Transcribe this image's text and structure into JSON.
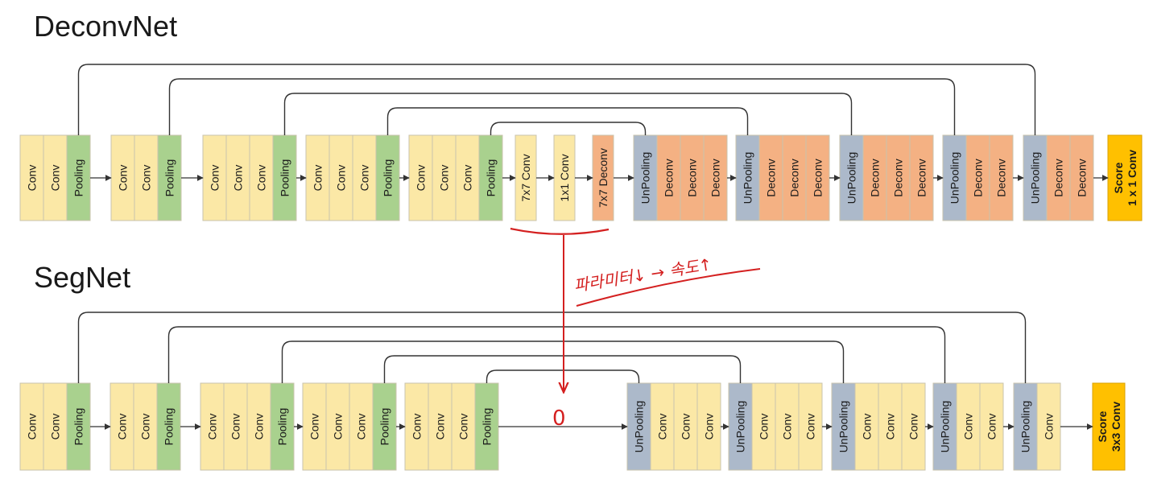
{
  "colors": {
    "conv": "#fbe8a6",
    "pooling": "#a9d18e",
    "unpooling": "#acb9ca",
    "deconv": "#f4b183",
    "score": "#ffc000",
    "annotation": "#d42020",
    "line": "#333333"
  },
  "deconvnet": {
    "title": "DeconvNet",
    "enc_groups": [
      [
        "Conv",
        "Conv",
        "Pooling"
      ],
      [
        "Conv",
        "Conv",
        "Pooling"
      ],
      [
        "Conv",
        "Conv",
        "Conv",
        "Pooling"
      ],
      [
        "Conv",
        "Conv",
        "Conv",
        "Pooling"
      ],
      [
        "Conv",
        "Conv",
        "Conv",
        "Pooling"
      ]
    ],
    "mid": [
      "7x7 Conv",
      "1x1 Conv",
      "7x7 Deconv"
    ],
    "dec_groups": [
      [
        "UnPooling",
        "Deconv",
        "Deconv",
        "Deconv"
      ],
      [
        "UnPooling",
        "Deconv",
        "Deconv",
        "Deconv"
      ],
      [
        "UnPooling",
        "Deconv",
        "Deconv",
        "Deconv"
      ],
      [
        "UnPooling",
        "Deconv",
        "Deconv"
      ],
      [
        "UnPooling",
        "Deconv",
        "Deconv"
      ]
    ],
    "score": [
      "Score",
      "1 x 1 Conv"
    ]
  },
  "segnet": {
    "title": "SegNet",
    "enc_groups": [
      [
        "Conv",
        "Conv",
        "Pooling"
      ],
      [
        "Conv",
        "Conv",
        "Pooling"
      ],
      [
        "Conv",
        "Conv",
        "Conv",
        "Pooling"
      ],
      [
        "Conv",
        "Conv",
        "Conv",
        "Pooling"
      ],
      [
        "Conv",
        "Conv",
        "Conv",
        "Pooling"
      ]
    ],
    "dec_groups": [
      [
        "UnPooling",
        "Conv",
        "Conv",
        "Conv"
      ],
      [
        "UnPooling",
        "Conv",
        "Conv",
        "Conv"
      ],
      [
        "UnPooling",
        "Conv",
        "Conv",
        "Conv"
      ],
      [
        "UnPooling",
        "Conv",
        "Conv"
      ],
      [
        "UnPooling",
        "Conv"
      ]
    ],
    "score": [
      "Score",
      "3x3 Conv"
    ]
  },
  "annotation": {
    "text": "파라미터↓ → 속도↑",
    "zero_mark": "0"
  }
}
